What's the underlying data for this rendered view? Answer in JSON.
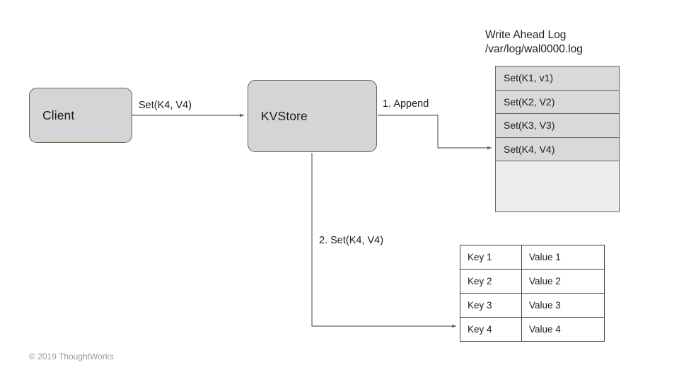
{
  "diagram": {
    "title_hidden": "Write Ahead Log flow",
    "nodes": {
      "client": {
        "label": "Client"
      },
      "kvstore": {
        "label": "KVStore"
      }
    },
    "wal": {
      "title": "Write Ahead Log\n/var/log/wal0000.log",
      "entries": [
        "Set(K1, v1)",
        "Set(K2, V2)",
        "Set(K3, V3)",
        "Set(K4, V4)"
      ]
    },
    "kv_table": {
      "rows": [
        {
          "key": "Key 1",
          "value": "Value 1"
        },
        {
          "key": "Key 2",
          "value": "Value 2"
        },
        {
          "key": "Key 3",
          "value": "Value 3"
        },
        {
          "key": "Key 4",
          "value": "Value 4"
        }
      ]
    },
    "edges": {
      "client_to_kvstore": "Set(K4, V4)",
      "kvstore_to_wal": "1. Append",
      "kvstore_to_table": "2. Set(K4, V4)"
    },
    "footer": "© 2019 ThoughtWorks",
    "colors": {
      "node_fill": "#d5d5d5",
      "node_stroke": "#6b6354",
      "wal_row_fill": "#d9d9d9",
      "wal_empty_fill": "#ededed",
      "table_stroke": "#4a4238",
      "connector": "#6b6354",
      "text": "#1d1d1d",
      "footer_text": "#9a9a9a",
      "background": "#ffffff"
    }
  }
}
